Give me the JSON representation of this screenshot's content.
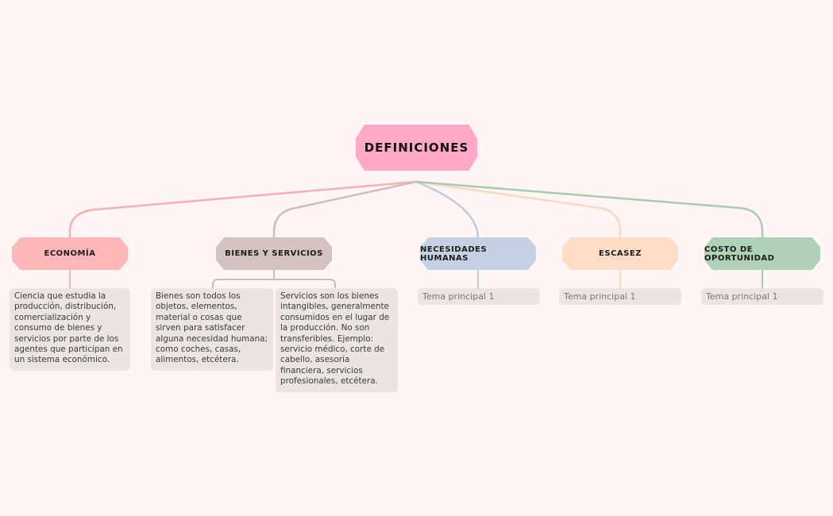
{
  "root": {
    "label": "DEFINICIONES",
    "color": "#ffa8c8"
  },
  "topics": [
    {
      "id": "economia",
      "label": "ECONOMÍA",
      "color": "#ffb6b8",
      "line": "#f7b0b2",
      "notes": [
        "Ciencia que estudia la producción, distribución, comercialización y consumo de bienes y servicios por parte de los agentes que participan en un sistema económico."
      ]
    },
    {
      "id": "bienes-servicios",
      "label": "BIENES Y SERVICIOS",
      "color": "#d3c2bf",
      "line": "#cdbcb9",
      "notes": [
        "Bienes son todos los objetos, elementos, material o cosas que sirven para satisfacer alguna necesidad humana; como coches, casas, alimentos, etcétera.",
        "Servicios son los bienes intangibles, generalmente consumidos en el lugar de la producción. No son transferibles. Ejemplo: servicio médico, corte de cabello, asesoría financiera, servicios profesionales, etcétera."
      ]
    },
    {
      "id": "necesidades-humanas",
      "label": "NECESIDADES HUMANAS",
      "color": "#c3d1e2",
      "line": "#bccbde",
      "notes": [
        "Tema principal 1"
      ]
    },
    {
      "id": "escasez",
      "label": "ESCASEZ",
      "color": "#ffdcc6",
      "line": "#fcd8c3",
      "notes": [
        "Tema principal 1"
      ]
    },
    {
      "id": "costo-oportunidad",
      "label": "COSTO DE OPORTUNIDAD",
      "color": "#afd1b6",
      "line": "#a9ccb1",
      "notes": [
        "Tema principal 1"
      ]
    }
  ]
}
